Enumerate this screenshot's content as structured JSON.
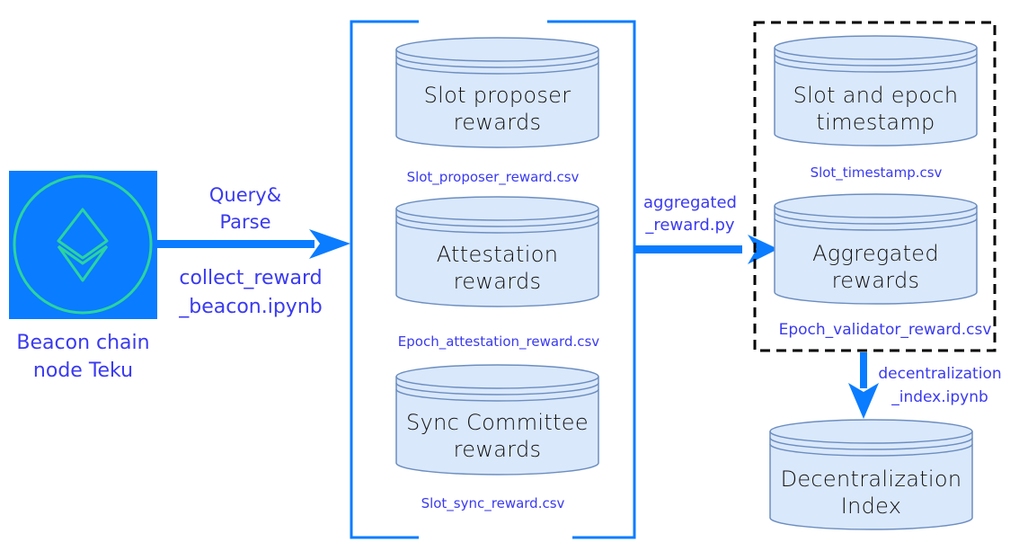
{
  "colors": {
    "accent_blue": "#0a7cff",
    "text_blue": "#3a3af0",
    "db_fill": "#dae8fc",
    "db_stroke": "#6c8ebf",
    "eth_green": "#2bd4a0",
    "dashed_border": "#000000"
  },
  "source_node": {
    "icon": "ethereum-icon",
    "label_line1": "Beacon chain",
    "label_line2": "node Teku"
  },
  "edge_collect": {
    "label_top_line1": "Query&",
    "label_top_line2": "Parse",
    "label_bottom_line1": "collect_reward",
    "label_bottom_line2": "_beacon.ipynb"
  },
  "raw_rewards_group": {
    "databases": [
      {
        "line1": "Slot proposer",
        "line2": "rewards",
        "file": "Slot_proposer_reward.csv"
      },
      {
        "line1": "Attestation",
        "line2": "rewards",
        "file": "Epoch_attestation_reward.csv"
      },
      {
        "line1": "Sync Committee",
        "line2": "rewards",
        "file": "Slot_sync_reward.csv"
      }
    ]
  },
  "edge_aggregate": {
    "label_line1": "aggregated",
    "label_line2": "_reward.py"
  },
  "aggregated_group": {
    "databases": [
      {
        "line1": "Slot and epoch",
        "line2": "timestamp",
        "file": "Slot_timestamp.csv"
      },
      {
        "line1": "Aggregated",
        "line2": "rewards",
        "file": "Epoch_validator_reward.csv"
      }
    ]
  },
  "edge_decentralization": {
    "label_line1": "decentralization",
    "label_line2": "_index.ipynb"
  },
  "result_db": {
    "line1": "Decentralization",
    "line2": "Index"
  }
}
